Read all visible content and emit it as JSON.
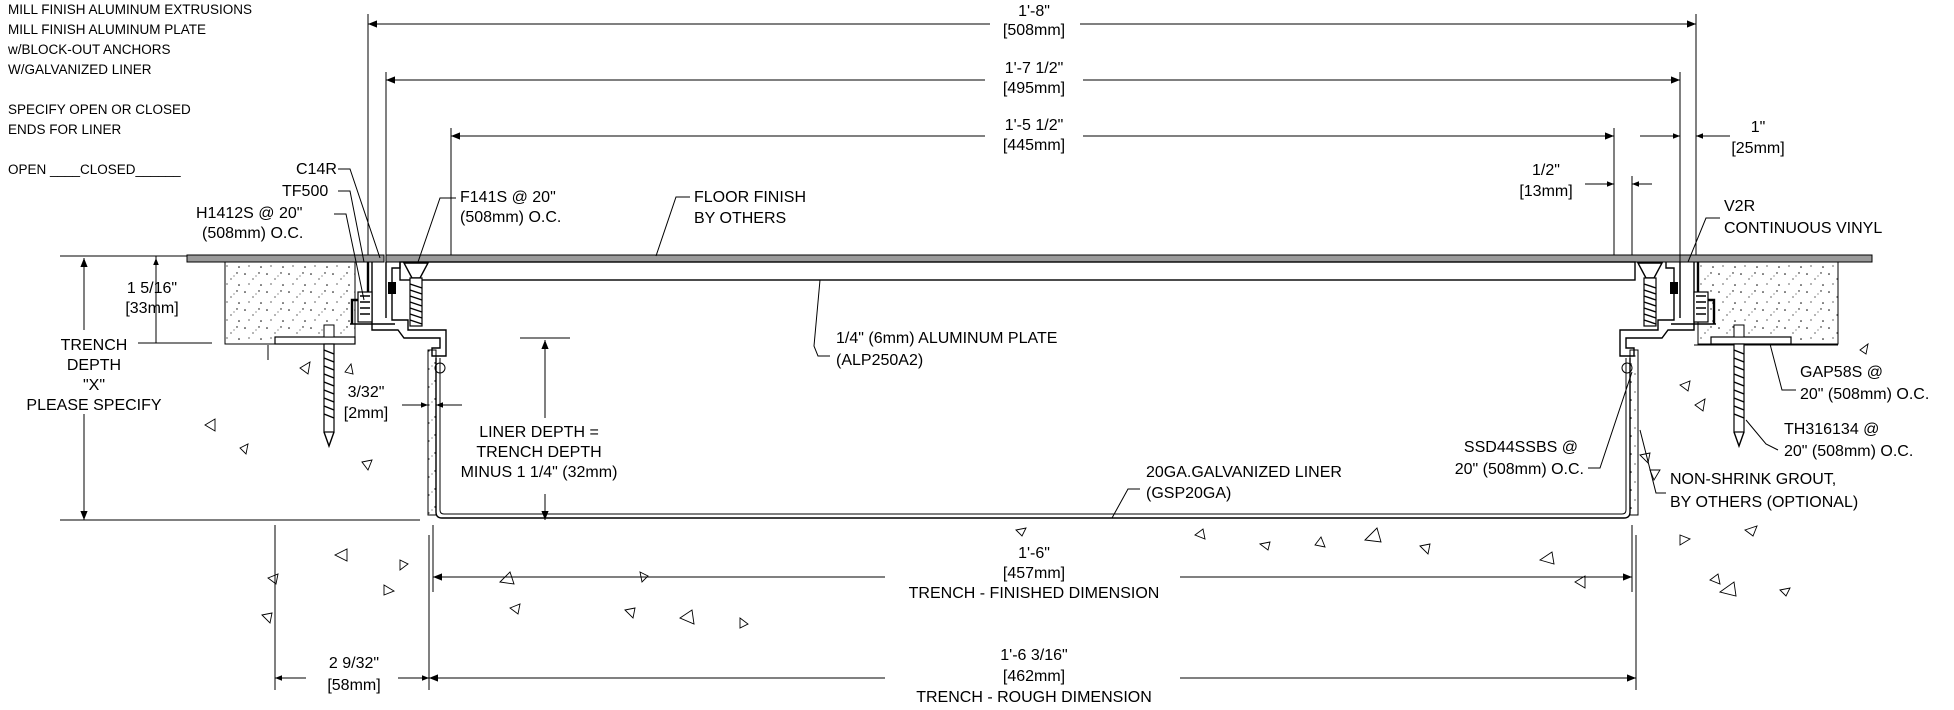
{
  "notes": {
    "lines": [
      "MILL FINISH ALUMINUM EXTRUSIONS",
      "MILL FINISH ALUMINUM PLATE",
      "w/BLOCK-OUT ANCHORS",
      "W/GALVANIZED LINER",
      "",
      "SPECIFY OPEN OR CLOSED",
      "ENDS FOR LINER",
      "",
      "OPEN ____CLOSED______"
    ]
  },
  "dimensions": {
    "overall_width": {
      "imperial": "1'-8\"",
      "metric": "[508mm]"
    },
    "frame_width": {
      "imperial": "1'-7 1/2\"",
      "metric": "[495mm]"
    },
    "plate_width": {
      "imperial": "1'-5 1/2\"",
      "metric": "[445mm]"
    },
    "flange_width": {
      "imperial": "1\"",
      "metric": "[25mm]"
    },
    "gap_width": {
      "imperial": "1/2\"",
      "metric": "[13mm]"
    },
    "frame_height": {
      "imperial": "1 5/16\"",
      "metric": "[33mm]"
    },
    "liner_gap": {
      "imperial": "3/32\"",
      "metric": "[2mm]"
    },
    "anchor_offset": {
      "imperial": "2 9/32\"",
      "metric": "[58mm]"
    },
    "finished_trench": {
      "imperial": "1'-6\"",
      "metric": "[457mm]",
      "caption": "TRENCH - FINISHED DIMENSION"
    },
    "rough_trench": {
      "imperial": "1'-6 3/16\"",
      "metric": "[462mm]",
      "caption": "TRENCH - ROUGH DIMENSION"
    }
  },
  "labels": {
    "c14r": "C14R",
    "tf500": "TF500",
    "h1412s": [
      "H1412S @ 20\"",
      "(508mm) O.C."
    ],
    "f141s": [
      "F141S @ 20\"",
      "(508mm) O.C."
    ],
    "floor_finish": [
      "FLOOR FINISH",
      "BY OTHERS"
    ],
    "v2r": [
      "V2R",
      "CONTINUOUS VINYL"
    ],
    "trench_depth": [
      "TRENCH",
      "DEPTH",
      "\"X\"",
      "PLEASE SPECIFY"
    ],
    "aluminum_plate": [
      "1/4\" (6mm) ALUMINUM PLATE",
      "(ALP250A2)"
    ],
    "liner_depth": [
      "LINER DEPTH =",
      "TRENCH DEPTH",
      "MINUS 1 1/4\" (32mm)"
    ],
    "galvanized_liner": [
      "20GA.GALVANIZED LINER",
      "(GSP20GA)"
    ],
    "gap58s": [
      "GAP58S @",
      "20\" (508mm) O.C."
    ],
    "th316134": [
      "TH316134 @",
      "20\" (508mm) O.C."
    ],
    "ssd44ssbs": [
      "SSD44SSBS @",
      "20\" (508mm) O.C."
    ],
    "grout": [
      "NON-SHRINK GROUT,",
      "BY OTHERS (OPTIONAL)"
    ]
  }
}
